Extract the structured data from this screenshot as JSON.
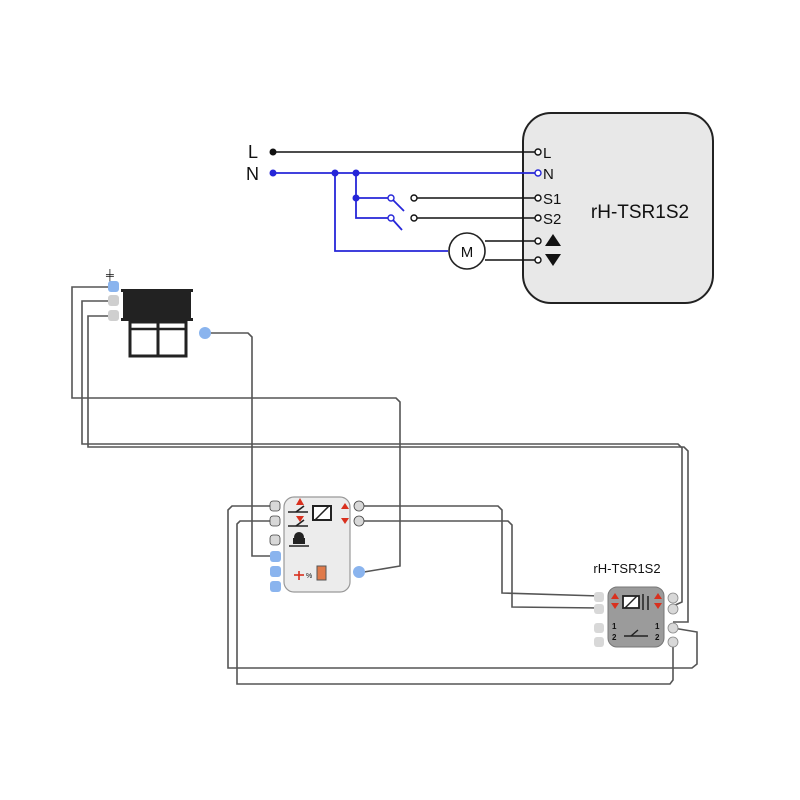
{
  "schematic": {
    "line_labels": {
      "L": "L",
      "N": "N"
    },
    "device": {
      "name": "rH-TSR1S2",
      "terminals": [
        "L",
        "N",
        "S1",
        "S2",
        "▲",
        "▼"
      ]
    },
    "motor_label": "M"
  },
  "wiring_view": {
    "module_label": "rH-TSR1S2",
    "module_numbers": [
      "1",
      "2",
      "1",
      "2"
    ],
    "blind_top_glyph": "╪",
    "percent_glyph": "%"
  },
  "colors": {
    "neutral": "#2626d8",
    "phase": "#111111",
    "wire": "#555555",
    "port_blue": "#8ab4ee",
    "port_grey": "#cfcfcf",
    "arrow_red": "#d9301e",
    "device_fill": "#e8e8e8",
    "module_fill": "#9b9b9b"
  }
}
